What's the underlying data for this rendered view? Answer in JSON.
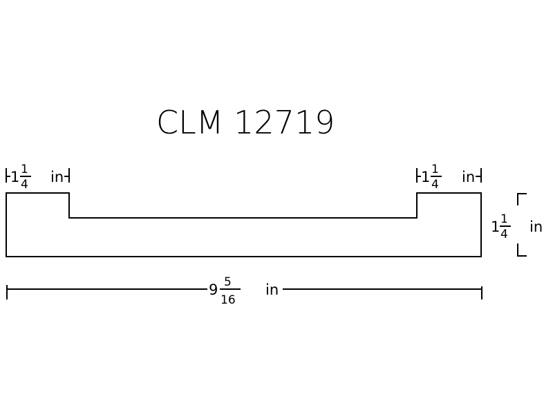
{
  "title": "CLM 12719",
  "dimensions": {
    "left_flange_width": {
      "whole": "1",
      "numerator": "1",
      "denominator": "4",
      "unit": "in"
    },
    "right_flange_width": {
      "whole": "1",
      "numerator": "1",
      "denominator": "4",
      "unit": "in"
    },
    "height": {
      "whole": "1",
      "numerator": "1",
      "denominator": "4",
      "unit": "in"
    },
    "overall_width": {
      "whole": "9",
      "numerator": "5",
      "denominator": "16",
      "unit": "in"
    }
  },
  "colors": {
    "line": "#000000",
    "background": "#ffffff"
  }
}
